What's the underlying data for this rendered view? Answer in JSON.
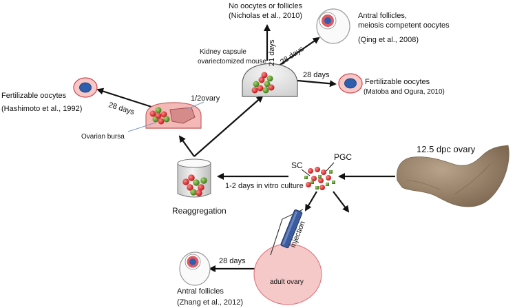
{
  "labels": {
    "no_oocytes": "No oocytes or follicles",
    "nicholas": "(Nicholas et al., 2010)",
    "antral_meiosis_1": "Antral follicles,",
    "antral_meiosis_2": "meiosis competent  oocytes",
    "qing": "(Qing et al., 2008)",
    "kidney_1": "Kidney capsule",
    "kidney_2": "ovariectomized mouse",
    "days_21": "21 days",
    "days_28_upper": "28 days",
    "days_28_right": "28 days",
    "fert_right": "Fertilizable oocytes",
    "matoba": "(Matoba and Ogura, 2010)",
    "fert_left": "Fertilizable oocytes",
    "hashimoto": "(Hashimoto et al., 1992)",
    "days_28_left": "28 days",
    "half_ovary": "1/2ovary",
    "ovarian_bursa": "Ovarian bursa",
    "sc": "SC",
    "pgc": "PGC",
    "dpc_ovary": "12.5 dpc ovary",
    "culture": "1-2 days in vitro culture",
    "reaggregation": "Reaggregation",
    "injection": "injection",
    "adult_ovary": "adult ovary",
    "days_28_bottom": "28 days",
    "antral_bottom": "Antral follicles",
    "zhang": "(Zhang et al., 2012)"
  },
  "colors": {
    "follicle_fill": "#f6c9c9",
    "follicle_ring": "#d7484f",
    "oocyte": "#2d5fae",
    "tissue_pink": "#f4b8b6",
    "kidney_grey": "#e6e6e6",
    "cell_red": "#d42a2a",
    "cell_green": "#5a9a2a",
    "embryonic_ovary": "#9c8468",
    "injection_blue": "#3a5b9e"
  },
  "icons": [
    "follicle-icon",
    "kidney-capsule-icon",
    "reaggregate-tube-icon",
    "ovary-slice-icon",
    "syringe-icon",
    "embryonic-ovary-image"
  ]
}
